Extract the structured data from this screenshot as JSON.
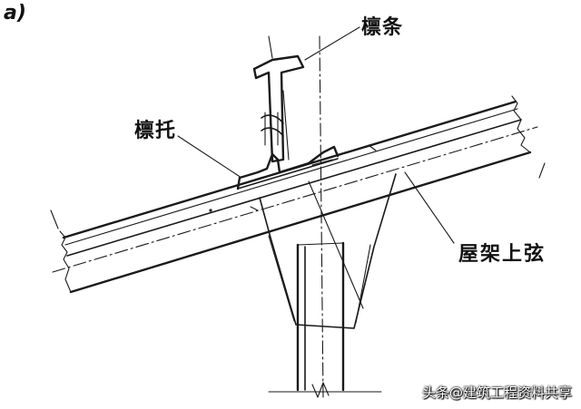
{
  "figure": {
    "label": "a)"
  },
  "labels": {
    "purlin": "檩条",
    "purlin_holder": "檩托",
    "truss_top_chord": "屋架上弦"
  },
  "watermark": "头条@建筑工程资料共享"
}
